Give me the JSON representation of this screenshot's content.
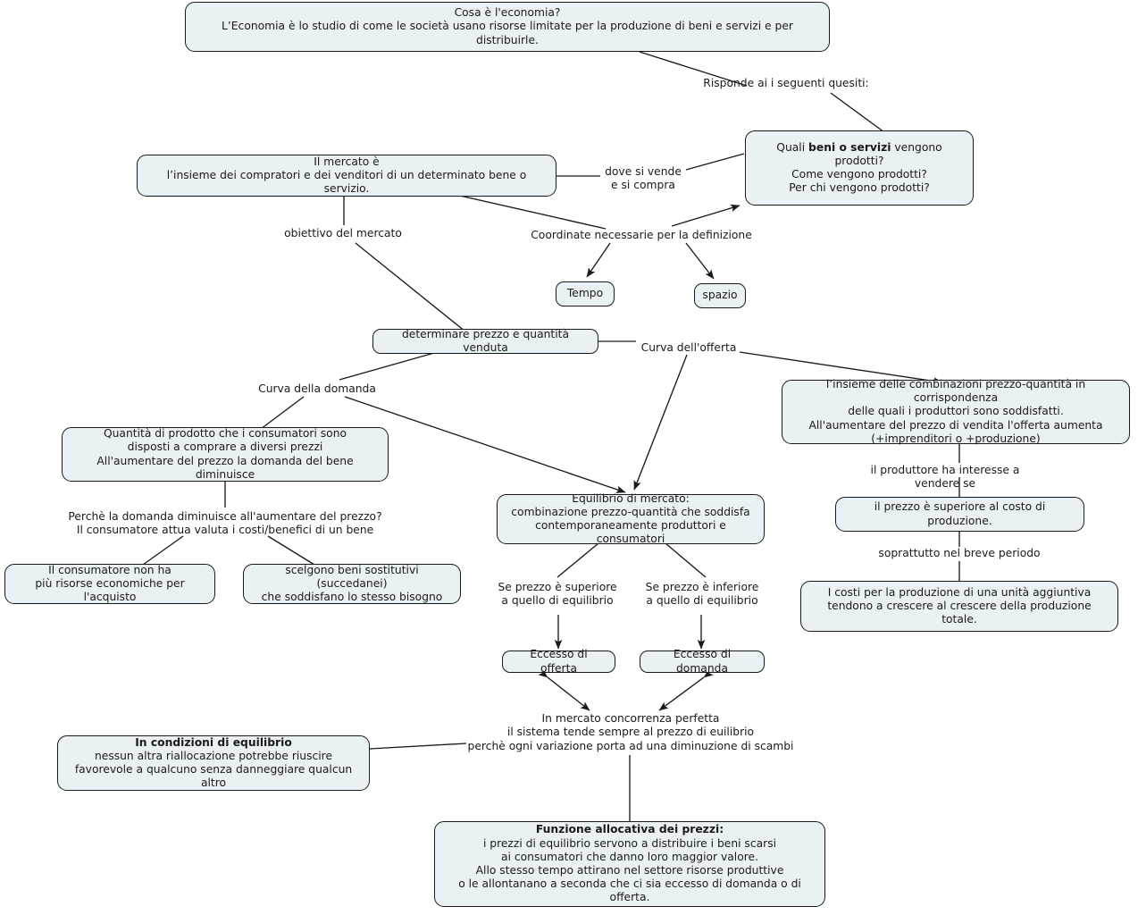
{
  "title": "Mappa concettuale - L'economia",
  "colors": {
    "node_fill": "#eaf1f4",
    "node_border": "#1a1a1a",
    "edge": "#1a1a1a",
    "text": "#1a1a1a",
    "background": "#ffffff"
  },
  "nodes": {
    "economia": {
      "line1": "Cosa è l'economia?",
      "line2": "L’Economia è lo studio di come le società usano risorse limitate per la produzione di beni e servizi e per distribuirle."
    },
    "quesiti": {
      "line1_pre": "Quali ",
      "line1_bold": "beni o servizi",
      "line1_post": " vengono prodotti?",
      "line2": "Come vengono prodotti?",
      "line3": "Per chi vengono prodotti?"
    },
    "mercato": {
      "line1": "Il mercato è",
      "line2": "l’insieme dei compratori e dei venditori di un determinato bene o servizio."
    },
    "tempo": {
      "label": "Tempo"
    },
    "spazio": {
      "label": "spazio"
    },
    "determinare": {
      "label": "determinare prezzo e quantità venduta"
    },
    "domanda_def": {
      "line1": "Quantità di prodotto che i consumatori sono",
      "line2": "disposti a comprare a diversi prezzi",
      "line3": "All'aumentare del prezzo la domanda del bene diminuisce"
    },
    "offerta_def": {
      "line1": "l’insieme delle combinazioni prezzo-quantità in corrispondenza",
      "line2": "delle quali i produttori sono soddisfatti.",
      "line3": "All'aumentare del prezzo di vendita l'offerta aumenta",
      "line4": "(+imprenditori o +produzione)"
    },
    "prezzo_superiore_costo": {
      "label": "il prezzo è superiore al costo di produzione."
    },
    "costi_produzione": {
      "line1": "I costi per la produzione di una unità aggiuntiva",
      "line2": "tendono a crescere al crescere della produzione totale."
    },
    "consumatore_risorse": {
      "line1": "Il consumatore non ha",
      "line2": "più risorse economiche per l'acquisto"
    },
    "beni_sostitutivi": {
      "line1": "scelgono beni sostitutivi (succedanei)",
      "line2": "che soddisfano lo stesso bisogno"
    },
    "equilibrio_mercato": {
      "line1": "Equilibrio di mercato:",
      "line2": "combinazione prezzo-quantità che soddisfa",
      "line3": "contemporaneamente produttori e consumatori"
    },
    "eccesso_offerta": {
      "label": "Eccesso di offerta"
    },
    "eccesso_domanda": {
      "label": "Eccesso di domanda"
    },
    "condizioni_equilibrio": {
      "line1_bold": "In condizioni di equilibrio",
      "line2": "nessun altra riallocazione potrebbe riuscire",
      "line3": "favorevole a qualcuno senza danneggiare qualcun altro"
    },
    "funzione_allocativa": {
      "line1_bold": "Funzione allocativa dei prezzi:",
      "line2": "i prezzi di equilibrio servono a distribuire i beni scarsi",
      "line3": "ai consumatori che danno loro maggior valore.",
      "line4": "Allo stesso tempo attirano nel settore risorse produttive",
      "line5": "o le allontanano a seconda che ci sia eccesso di domanda o di offerta."
    }
  },
  "link_labels": {
    "risponde": "Risponde ai i seguenti quesiti:",
    "dove_si_vende": "dove si vende\ne si compra",
    "obiettivo": "obiettivo del mercato",
    "coordinate": "Coordinate necessarie per la definizione",
    "curva_offerta": "Curva dell'offerta",
    "curva_domanda": "Curva della domanda",
    "perche_domanda": "Perchè la domanda diminuisce all'aumentare del prezzo?\nIl consumatore attua valuta i costi/benefici di un bene",
    "produttore_interesse": "il produttore ha interesse a vendere se",
    "soprattutto_breve": "soprattutto nel breve periodo",
    "se_superiore": "Se prezzo è superiore\na quello di equilibrio",
    "se_inferiore": "Se prezzo è inferiore\na quello di equilibrio",
    "concorrenza_perfetta": "In mercato concorrenza perfetta\nil sistema tende sempre al prezzo di euilibrio\nperchè ogni variazione porta ad una diminuzione di scambi"
  }
}
